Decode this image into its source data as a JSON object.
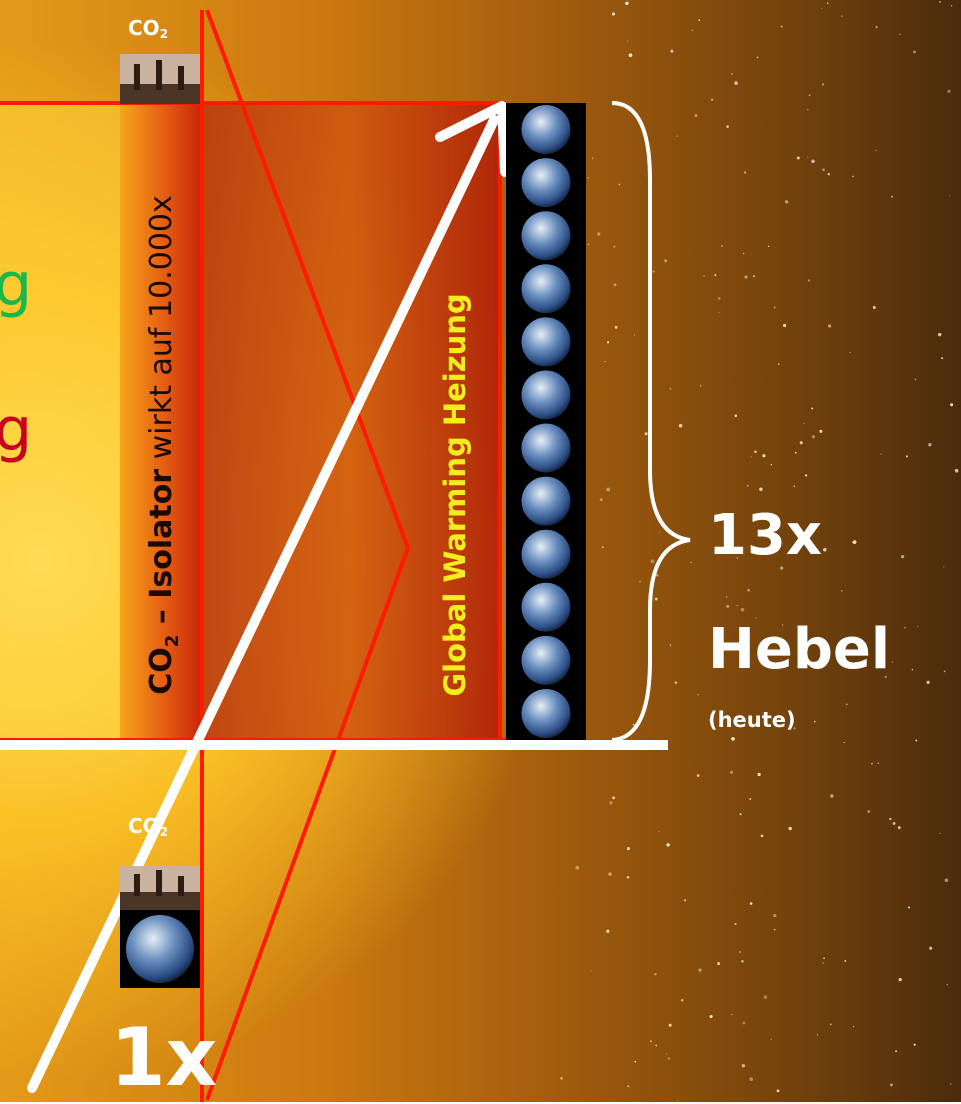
{
  "co2_top": "CO",
  "co2_top_sub": "2",
  "co2_bottom": "CO",
  "co2_bottom_sub": "2",
  "insulator": {
    "formula": "CO",
    "formula_sub": "2",
    "dash_name": " – Isolator",
    "effect": "  wirkt auf 10.000x"
  },
  "heating_label": "Global Warming Heizung",
  "lever": {
    "factor": "13x",
    "word": "Hebel",
    "note": "(heute)"
  },
  "base_factor": "1x",
  "side_letters": {
    "green": "g",
    "red": "g"
  },
  "earth_count": 12,
  "colors": {
    "frame_red": "#ff1a00",
    "heating_text": "#f2ee1c",
    "letter_green": "#19b84a",
    "letter_red": "#c8001c",
    "arrow": "#ffffff"
  }
}
